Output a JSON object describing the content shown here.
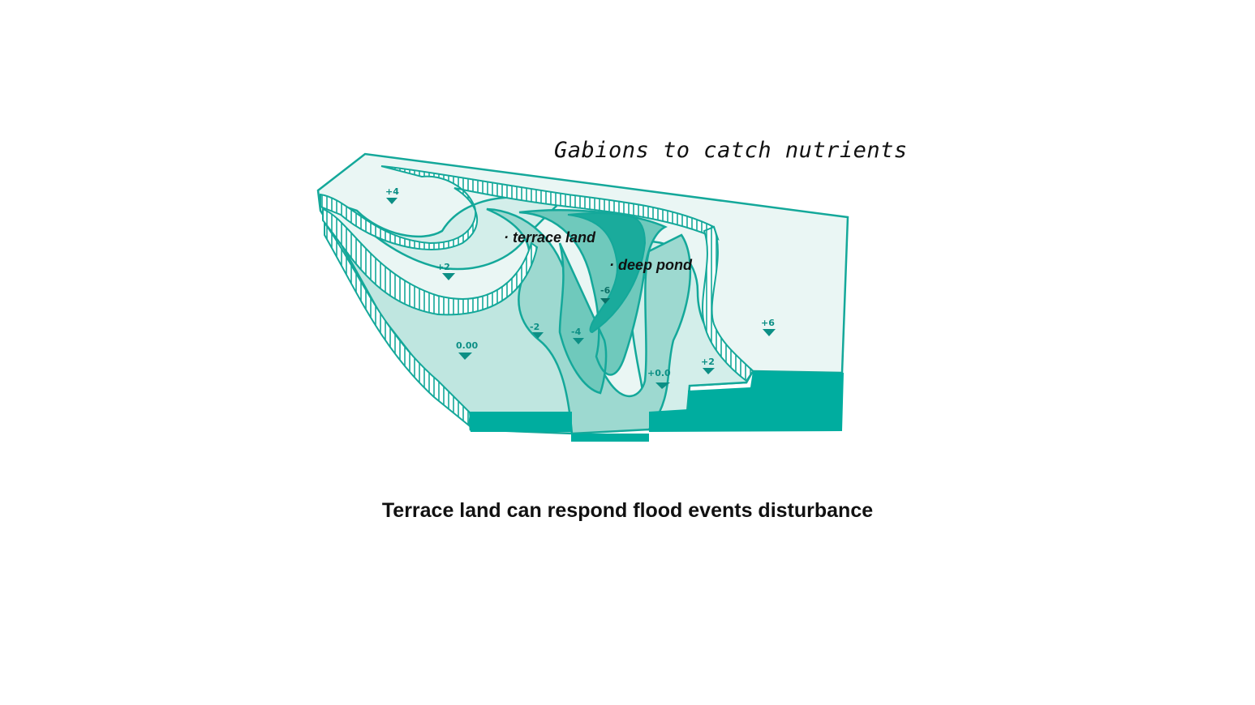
{
  "diagram": {
    "gabion_label": "Gabions to catch nutrients",
    "terrace_label": "· terrace land",
    "pond_label": "· deep pond",
    "caption": "Terrace land can respond flood events disturbance",
    "elevation_markers": [
      "+4",
      "+2",
      "0.00",
      "-2",
      "-4",
      "-6",
      "+0.0",
      "+2",
      "+6"
    ],
    "colors": {
      "outline": "#14a89a",
      "section": "#00ad9f",
      "level_high": "#eaf6f4",
      "level_mid": "#d3eeea",
      "level_low": "#bfe6e0",
      "level_lower": "#9dd9d0",
      "level_deep": "#6fc9bc",
      "level_deepest": "#1aab9c"
    }
  }
}
